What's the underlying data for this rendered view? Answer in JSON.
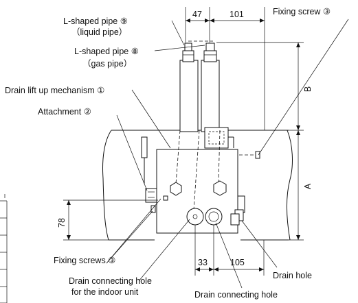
{
  "labels": {
    "fixing_screw_top": "Fixing screw ③",
    "pipe_liquid_name": "L-shaped pipe ⑨",
    "pipe_liquid_type": "（liquid pipe）",
    "pipe_gas_name": "L-shaped pipe ⑧",
    "pipe_gas_type": "（gas pipe）",
    "drain_lift": "Drain lift up mechanism ①",
    "attachment": "Attachment ②",
    "fixing_screws_bottom": "Fixing screws ③",
    "drain_hole_indoor_line1": "Drain connecting hole",
    "drain_hole_indoor_line2": "for the indoor unit",
    "drain_hole": "Drain hole",
    "drain_connecting_hole": "Drain connecting hole"
  },
  "dimensions": {
    "top_left": "47",
    "top_right": "101",
    "right_upper": "B",
    "right_lower": "A",
    "left_height": "78",
    "bottom_left": "33",
    "bottom_right": "105"
  }
}
